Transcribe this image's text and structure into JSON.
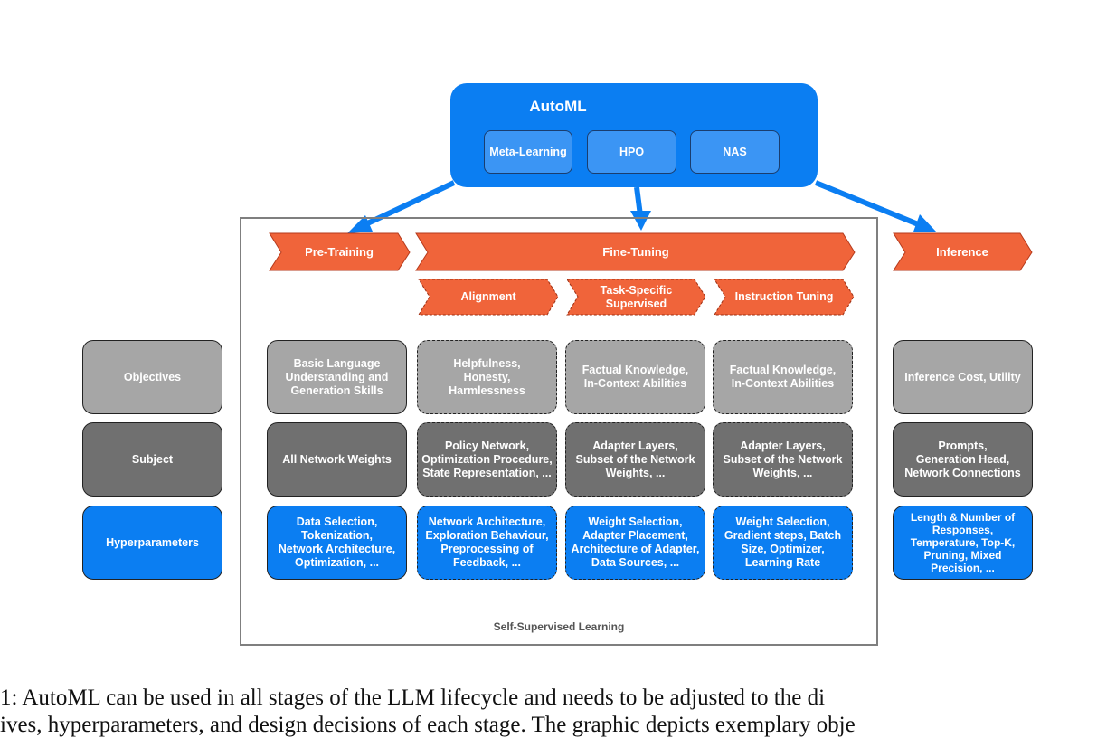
{
  "automl": {
    "title": "AutoML",
    "methods": [
      "Meta-Learning",
      "HPO",
      "NAS"
    ]
  },
  "stages": {
    "pre_training": "Pre-Training",
    "fine_tuning": "Fine-Tuning",
    "inference": "Inference",
    "alignment": "Alignment",
    "task_specific": "Task-Specific\nSupervised",
    "instruction_tuning": "Instruction Tuning"
  },
  "row_labels": {
    "objectives": "Objectives",
    "subject": "Subject",
    "hyperparameters": "Hyperparameters"
  },
  "cells": {
    "pretraining": {
      "objectives": "Basic Language\nUnderstanding and\nGeneration Skills",
      "subject": "All Network Weights",
      "hyperparameters": "Data Selection,\nTokenization,\nNetwork Architecture,\nOptimization, ..."
    },
    "alignment": {
      "objectives": "Helpfulness,\nHonesty,\nHarmlessness",
      "subject": "Policy Network,\nOptimization Procedure,\nState Representation, ...",
      "hyperparameters": "Network Architecture,\nExploration Behaviour,\nPreprocessing of\nFeedback, ..."
    },
    "task_specific": {
      "objectives": "Factual Knowledge,\nIn-Context Abilities",
      "subject": "Adapter Layers,\nSubset of the Network\nWeights, ...",
      "hyperparameters": "Weight Selection,\nAdapter Placement,\nArchitecture of Adapter,\nData Sources, ..."
    },
    "instruction_tuning": {
      "objectives": "Factual Knowledge,\nIn-Context Abilities",
      "subject": "Adapter Layers,\nSubset of the Network\nWeights, ...",
      "hyperparameters": "Weight Selection,\nGradient steps, Batch\nSize, Optimizer,\nLearning Rate"
    },
    "inference": {
      "objectives": "Inference Cost, Utility",
      "subject": "Prompts,\nGeneration Head,\nNetwork Connections",
      "hyperparameters": "Length & Number of\nResponses,\nTemperature, Top-K,\nPruning, Mixed\nPrecision, ..."
    }
  },
  "frame_label": "Self-Supervised Learning",
  "caption": {
    "line1": "1: AutoML can be used in all stages of the LLM lifecycle and needs to be adjusted to the di",
    "line2": "ives, hyperparameters, and design decisions of each stage. The graphic depicts exemplary obje"
  },
  "colors": {
    "automl_blue": "#0b7ef2",
    "stage_orange": "#f0643a",
    "objectives_gray": "#a6a6a6",
    "subject_gray": "#707070",
    "frame_gray": "#7f7f7f"
  }
}
